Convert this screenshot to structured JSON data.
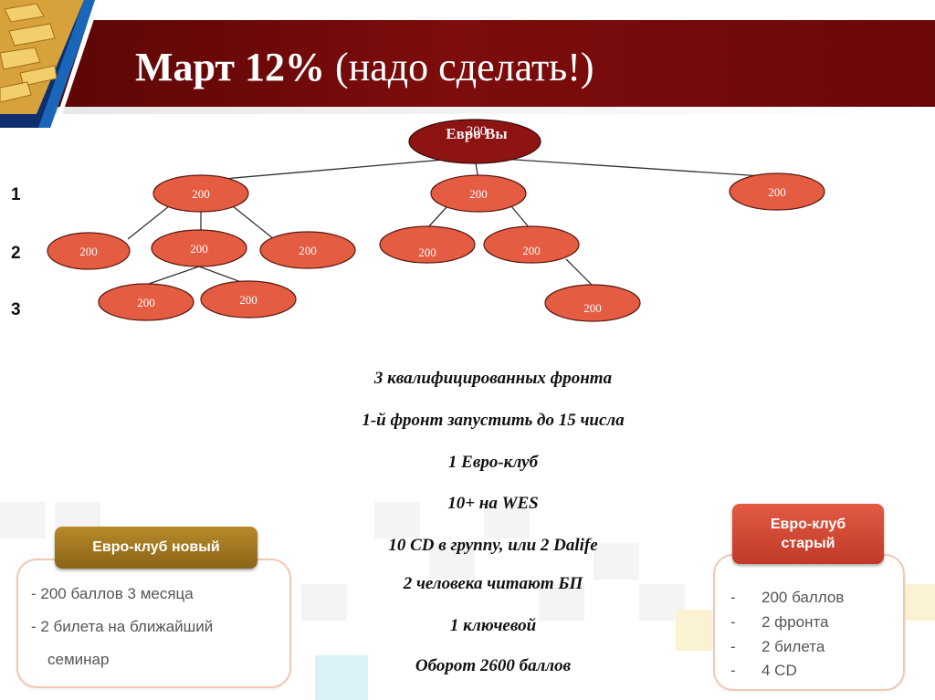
{
  "slide": {
    "title_main": "Март 12%",
    "title_paren": "(надо сделать!)"
  },
  "tree": {
    "root": {
      "value": "200",
      "label": "Евро Вы"
    },
    "level_labels": [
      "1",
      "2",
      "3"
    ],
    "nodes": [
      {
        "id": "a",
        "value": "200"
      },
      {
        "id": "b",
        "value": "200"
      },
      {
        "id": "c",
        "value": "200"
      },
      {
        "id": "a1",
        "value": "200"
      },
      {
        "id": "a2",
        "value": "200"
      },
      {
        "id": "a3",
        "value": "200"
      },
      {
        "id": "b1",
        "value": "200"
      },
      {
        "id": "b2",
        "value": "200"
      },
      {
        "id": "a2x",
        "value": "200"
      },
      {
        "id": "a2y",
        "value": "200"
      },
      {
        "id": "b2x",
        "value": "200"
      }
    ],
    "colors": {
      "node_fill": "#e45c42",
      "root_fill": "#8e1414",
      "node_stroke": "#5a1a10",
      "line": "#333333"
    }
  },
  "requirements": [
    "3 квалифицированных фронта",
    "1-й фронт запустить до 15 числа",
    "1 Евро-клуб",
    "10+ на WES",
    "10 CD в группу, или 2 Dalife",
    "2 человека читают БП",
    "1 ключевой",
    "Оборот 2600 баллов"
  ],
  "club_new": {
    "title": "Евро-клуб новый",
    "lines": [
      "- 200 баллов  3 месяца",
      "- 2 билета на ближайший",
      "семинар"
    ]
  },
  "club_old": {
    "title_line1": "Евро-клуб",
    "title_line2": "старый",
    "items": [
      "200 баллов",
      "2 фронта",
      "2 билета",
      "4 CD"
    ]
  }
}
